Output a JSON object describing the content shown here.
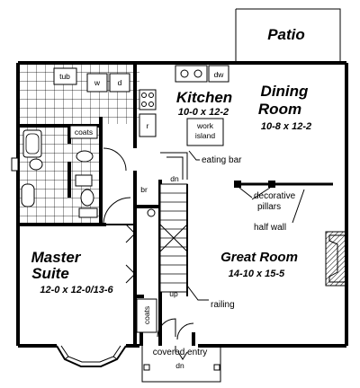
{
  "rooms": {
    "patio": {
      "name": "Patio"
    },
    "kitchen": {
      "name": "Kitchen",
      "dims": "10-0 x 12-2"
    },
    "dining": {
      "name_line1": "Dining",
      "name_line2": "Room",
      "dims": "10-8 x 12-2"
    },
    "master": {
      "name_line1": "Master",
      "name_line2": "Suite",
      "dims": "12-0 x 12-0/13-6"
    },
    "great_room": {
      "name": "Great Room",
      "dims": "14-10 x 15-5"
    }
  },
  "fixtures": {
    "tub": "tub",
    "washer": "w",
    "dryer": "d",
    "dishwasher": "dw",
    "refrigerator": "r",
    "work_island_line1": "work",
    "work_island_line2": "island",
    "coats_upper": "coats",
    "coats_lower": "coats",
    "bedroom": "br"
  },
  "annotations": {
    "eating_bar": "eating bar",
    "decorative_pillars_line1": "decorative",
    "decorative_pillars_line2": "pillars",
    "half_wall": "half wall",
    "railing": "railing",
    "covered_entry": "covered entry",
    "stair_dn_upper": "dn",
    "stair_up": "up",
    "entry_dn": "dn"
  }
}
